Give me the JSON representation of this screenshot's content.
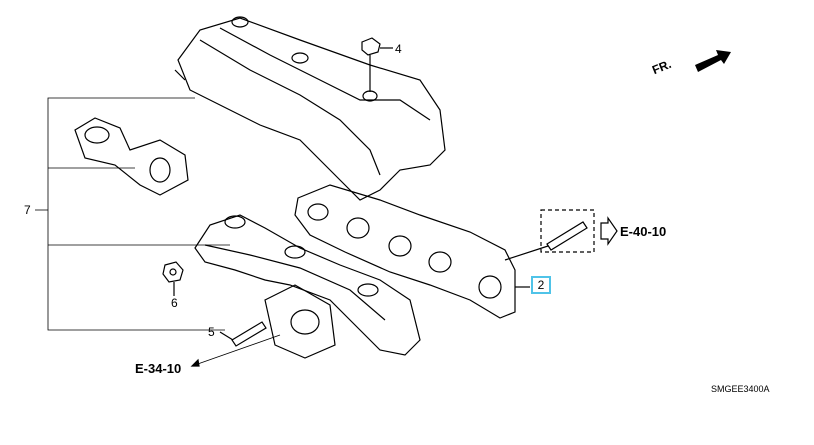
{
  "diagram": {
    "callouts": {
      "part_2": "2",
      "part_4": "4",
      "part_5": "5",
      "part_6": "6",
      "part_7": "7"
    },
    "references": {
      "upper_right": "E-40-10",
      "lower_left": "E-34-10"
    },
    "direction_label": "FR.",
    "drawing_code": "SMGEE3400A",
    "highlight_color": "#4fc3e8"
  }
}
